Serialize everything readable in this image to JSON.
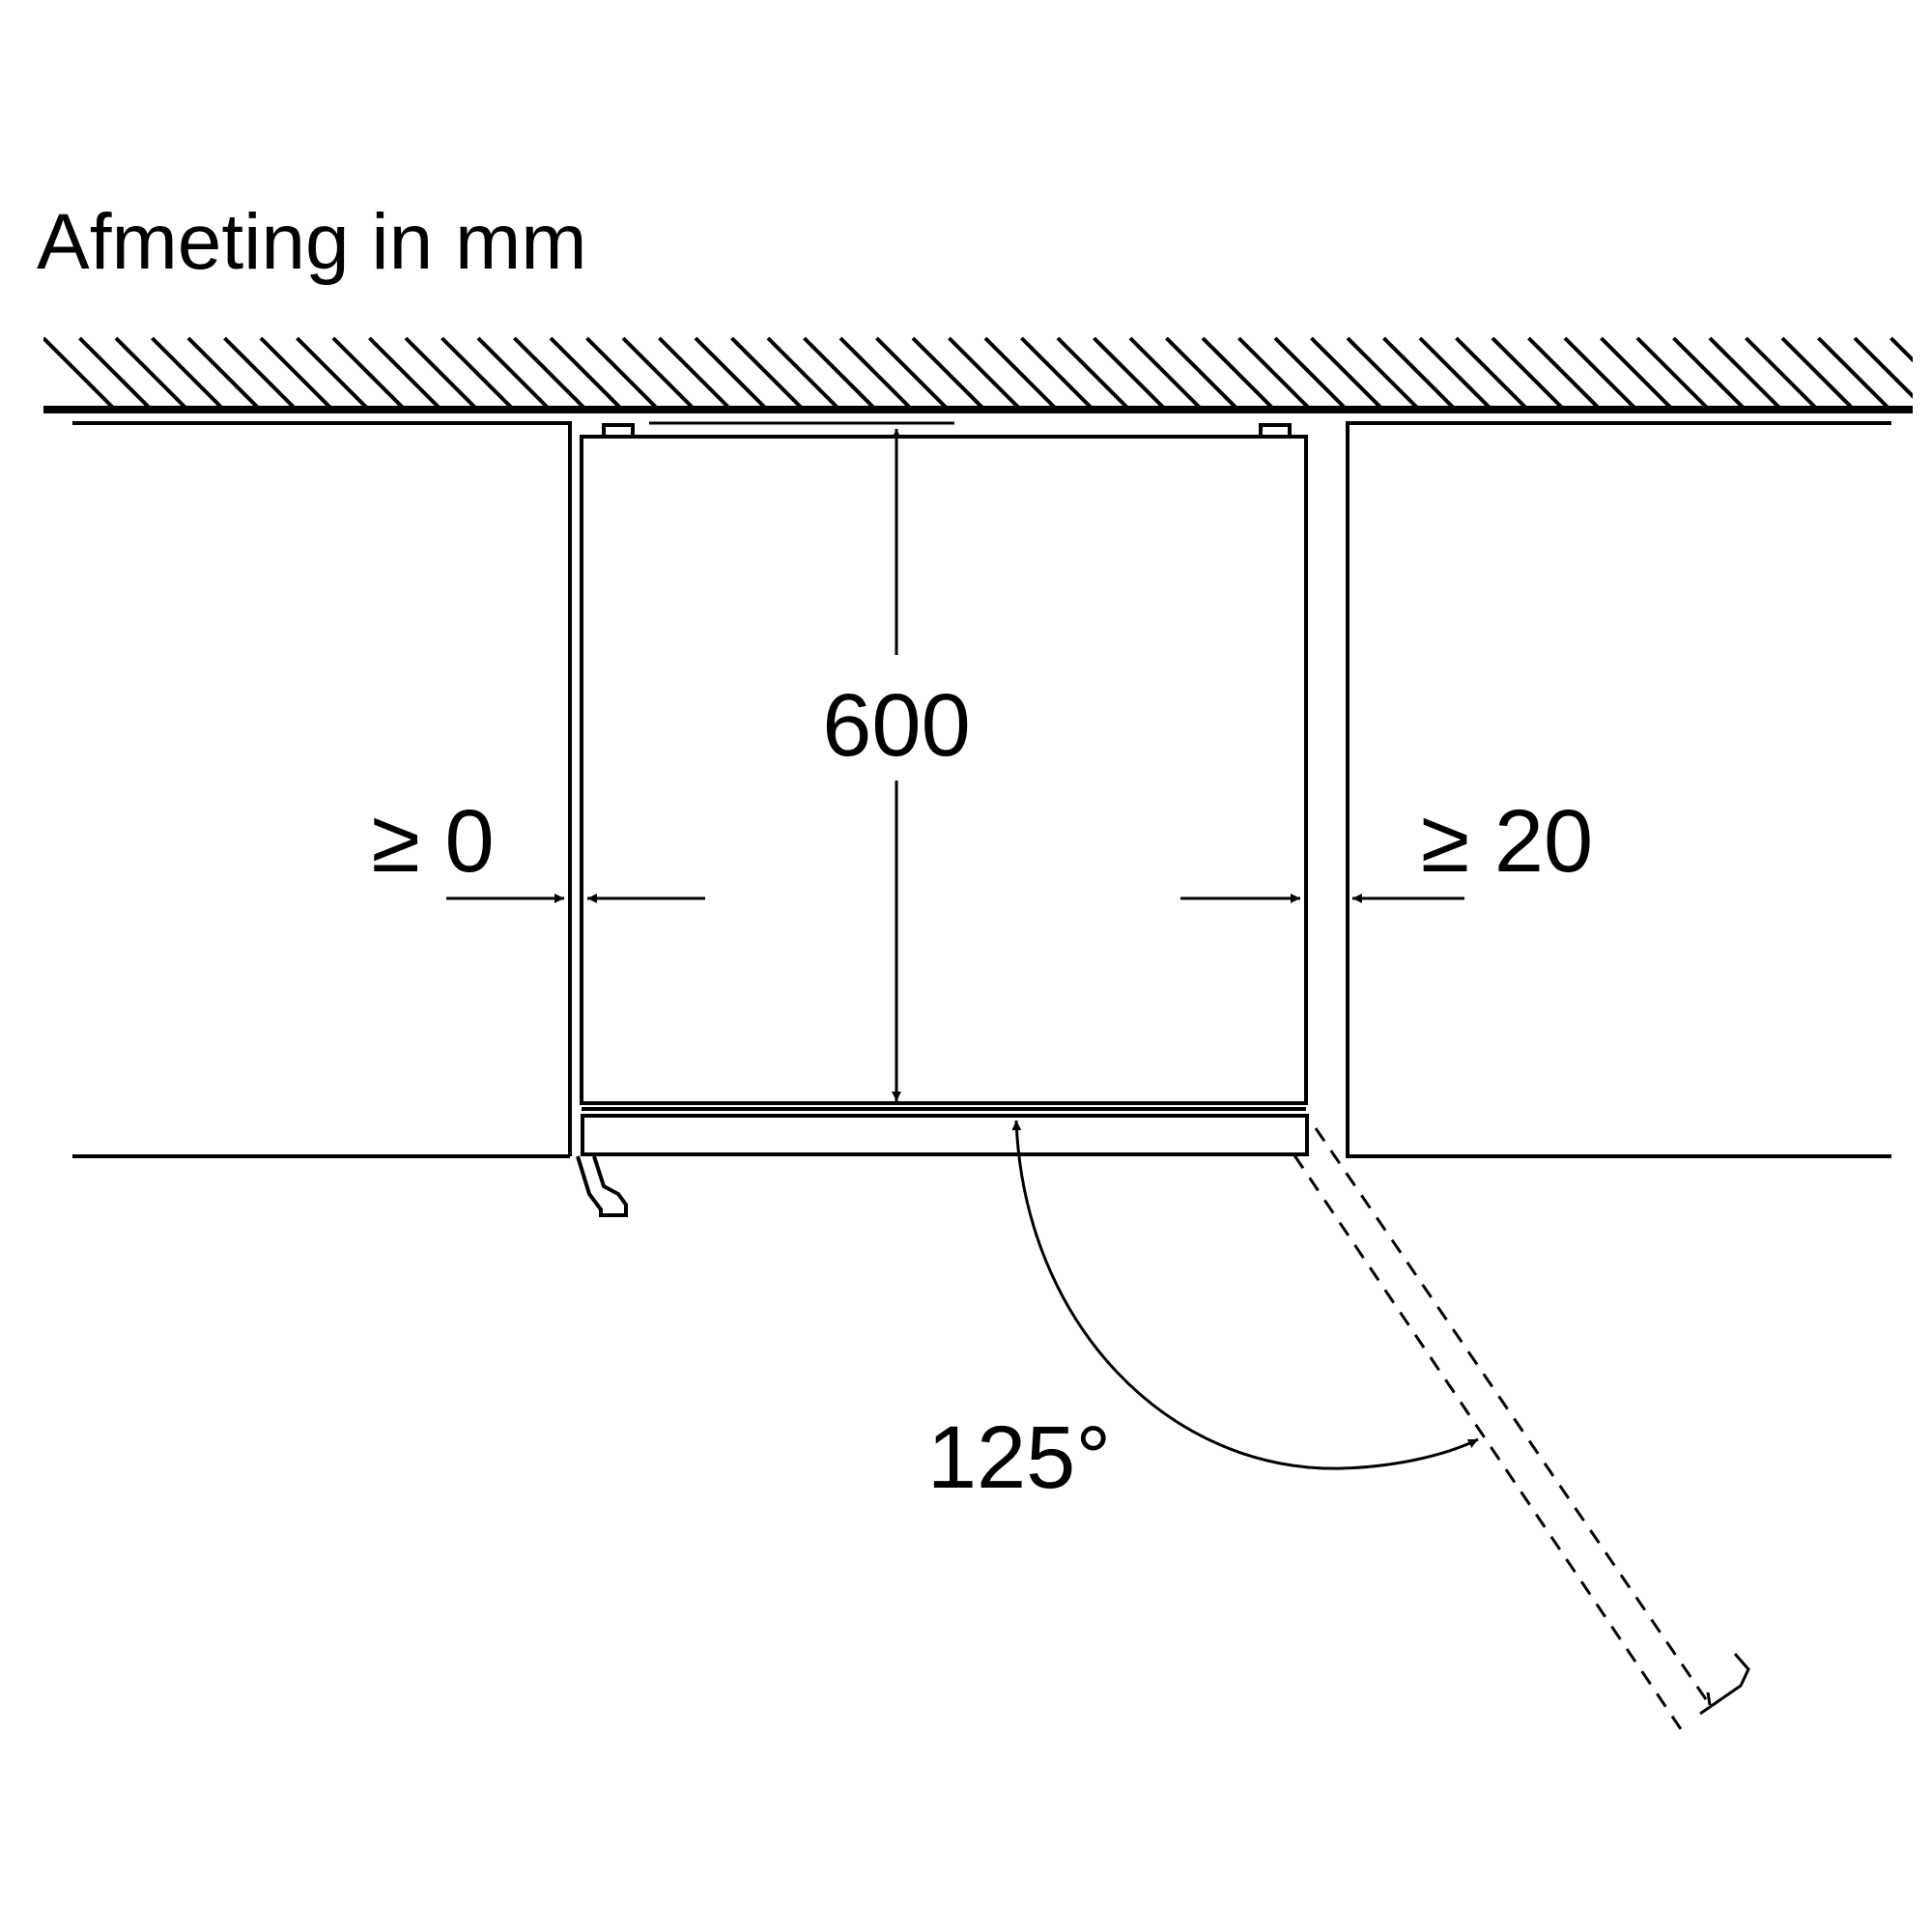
{
  "diagram": {
    "title": "Afmeting in mm",
    "depth_label": "600",
    "left_gap_label": "≥ 0",
    "right_gap_label": "≥ 20",
    "door_angle_label": "125°"
  },
  "colors": {
    "line": "#000000",
    "background": "#ffffff"
  }
}
